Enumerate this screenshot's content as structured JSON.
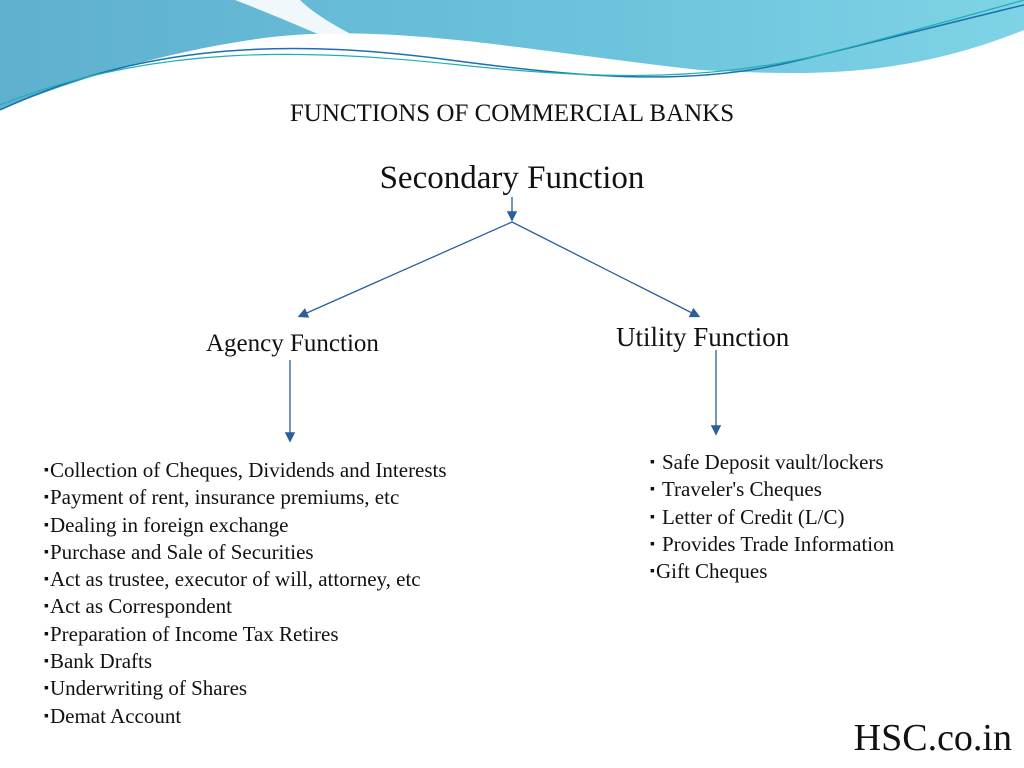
{
  "slide": {
    "title": "FUNCTIONS OF COMMERCIAL BANKS",
    "root": "Secondary Function",
    "branches": {
      "agency": {
        "label": "Agency Function",
        "items": [
          "Collection of Cheques, Dividends and Interests",
          "Payment of rent, insurance premiums, etc",
          "Dealing in foreign exchange",
          "Purchase and Sale of Securities",
          "Act as trustee, executor of will, attorney, etc",
          "Act as Correspondent",
          "Preparation of Income Tax Retires",
          "Bank Drafts",
          "Underwriting of Shares",
          "Demat Account"
        ]
      },
      "utility": {
        "label": "Utility Function",
        "items": [
          "Safe Deposit vault/lockers",
          "Traveler's Cheques",
          "Letter of Credit (L/C)",
          "Provides Trade Information",
          "Gift Cheques"
        ]
      }
    },
    "watermark": "HSC.co.in"
  },
  "colors": {
    "arrow": "#2a5f9a",
    "wave_dark": "#6fbcd6",
    "wave_light": "#a8e2ee"
  }
}
